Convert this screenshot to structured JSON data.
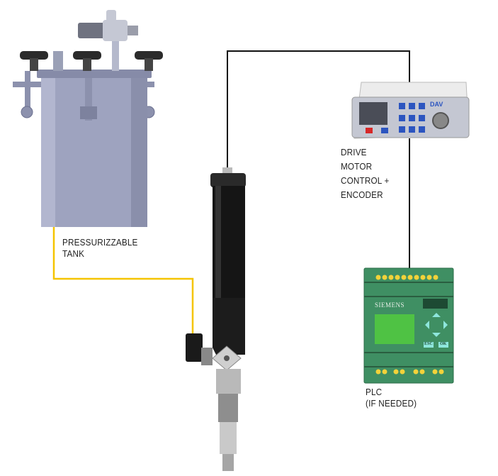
{
  "labels": {
    "tank": [
      "PRESSURIZZABLE",
      "TANK"
    ],
    "drive": [
      "DRIVE",
      "MOTOR",
      "CONTROL +",
      "ENCODER"
    ],
    "plc": [
      "PLC",
      "(IF NEEDED)"
    ]
  },
  "devices": {
    "plc_brand": "SIEMENS",
    "plc_esc": "ESC",
    "plc_ok": "OK",
    "controller_brand": "DAV"
  },
  "colors": {
    "fluid_line": "#f5c400",
    "signal_line": "#111111",
    "tank": "#9ea3bf",
    "plc": "#3f8f63"
  }
}
